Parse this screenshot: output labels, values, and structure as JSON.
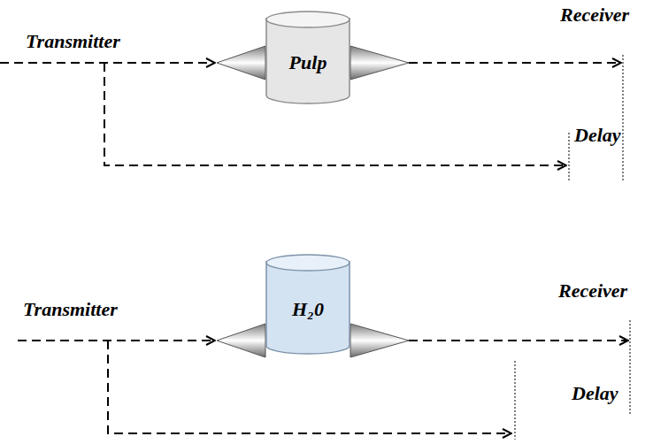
{
  "diagram": {
    "nodes": [
      {
        "text": [
          "Pulp"
        ]
      },
      {
        "text": [
          "H₂0"
        ]
      }
    ],
    "labels": [
      "Transmitter",
      "Receiver",
      "Delay",
      "Transmitter",
      "Receiver",
      "Delay"
    ]
  }
}
